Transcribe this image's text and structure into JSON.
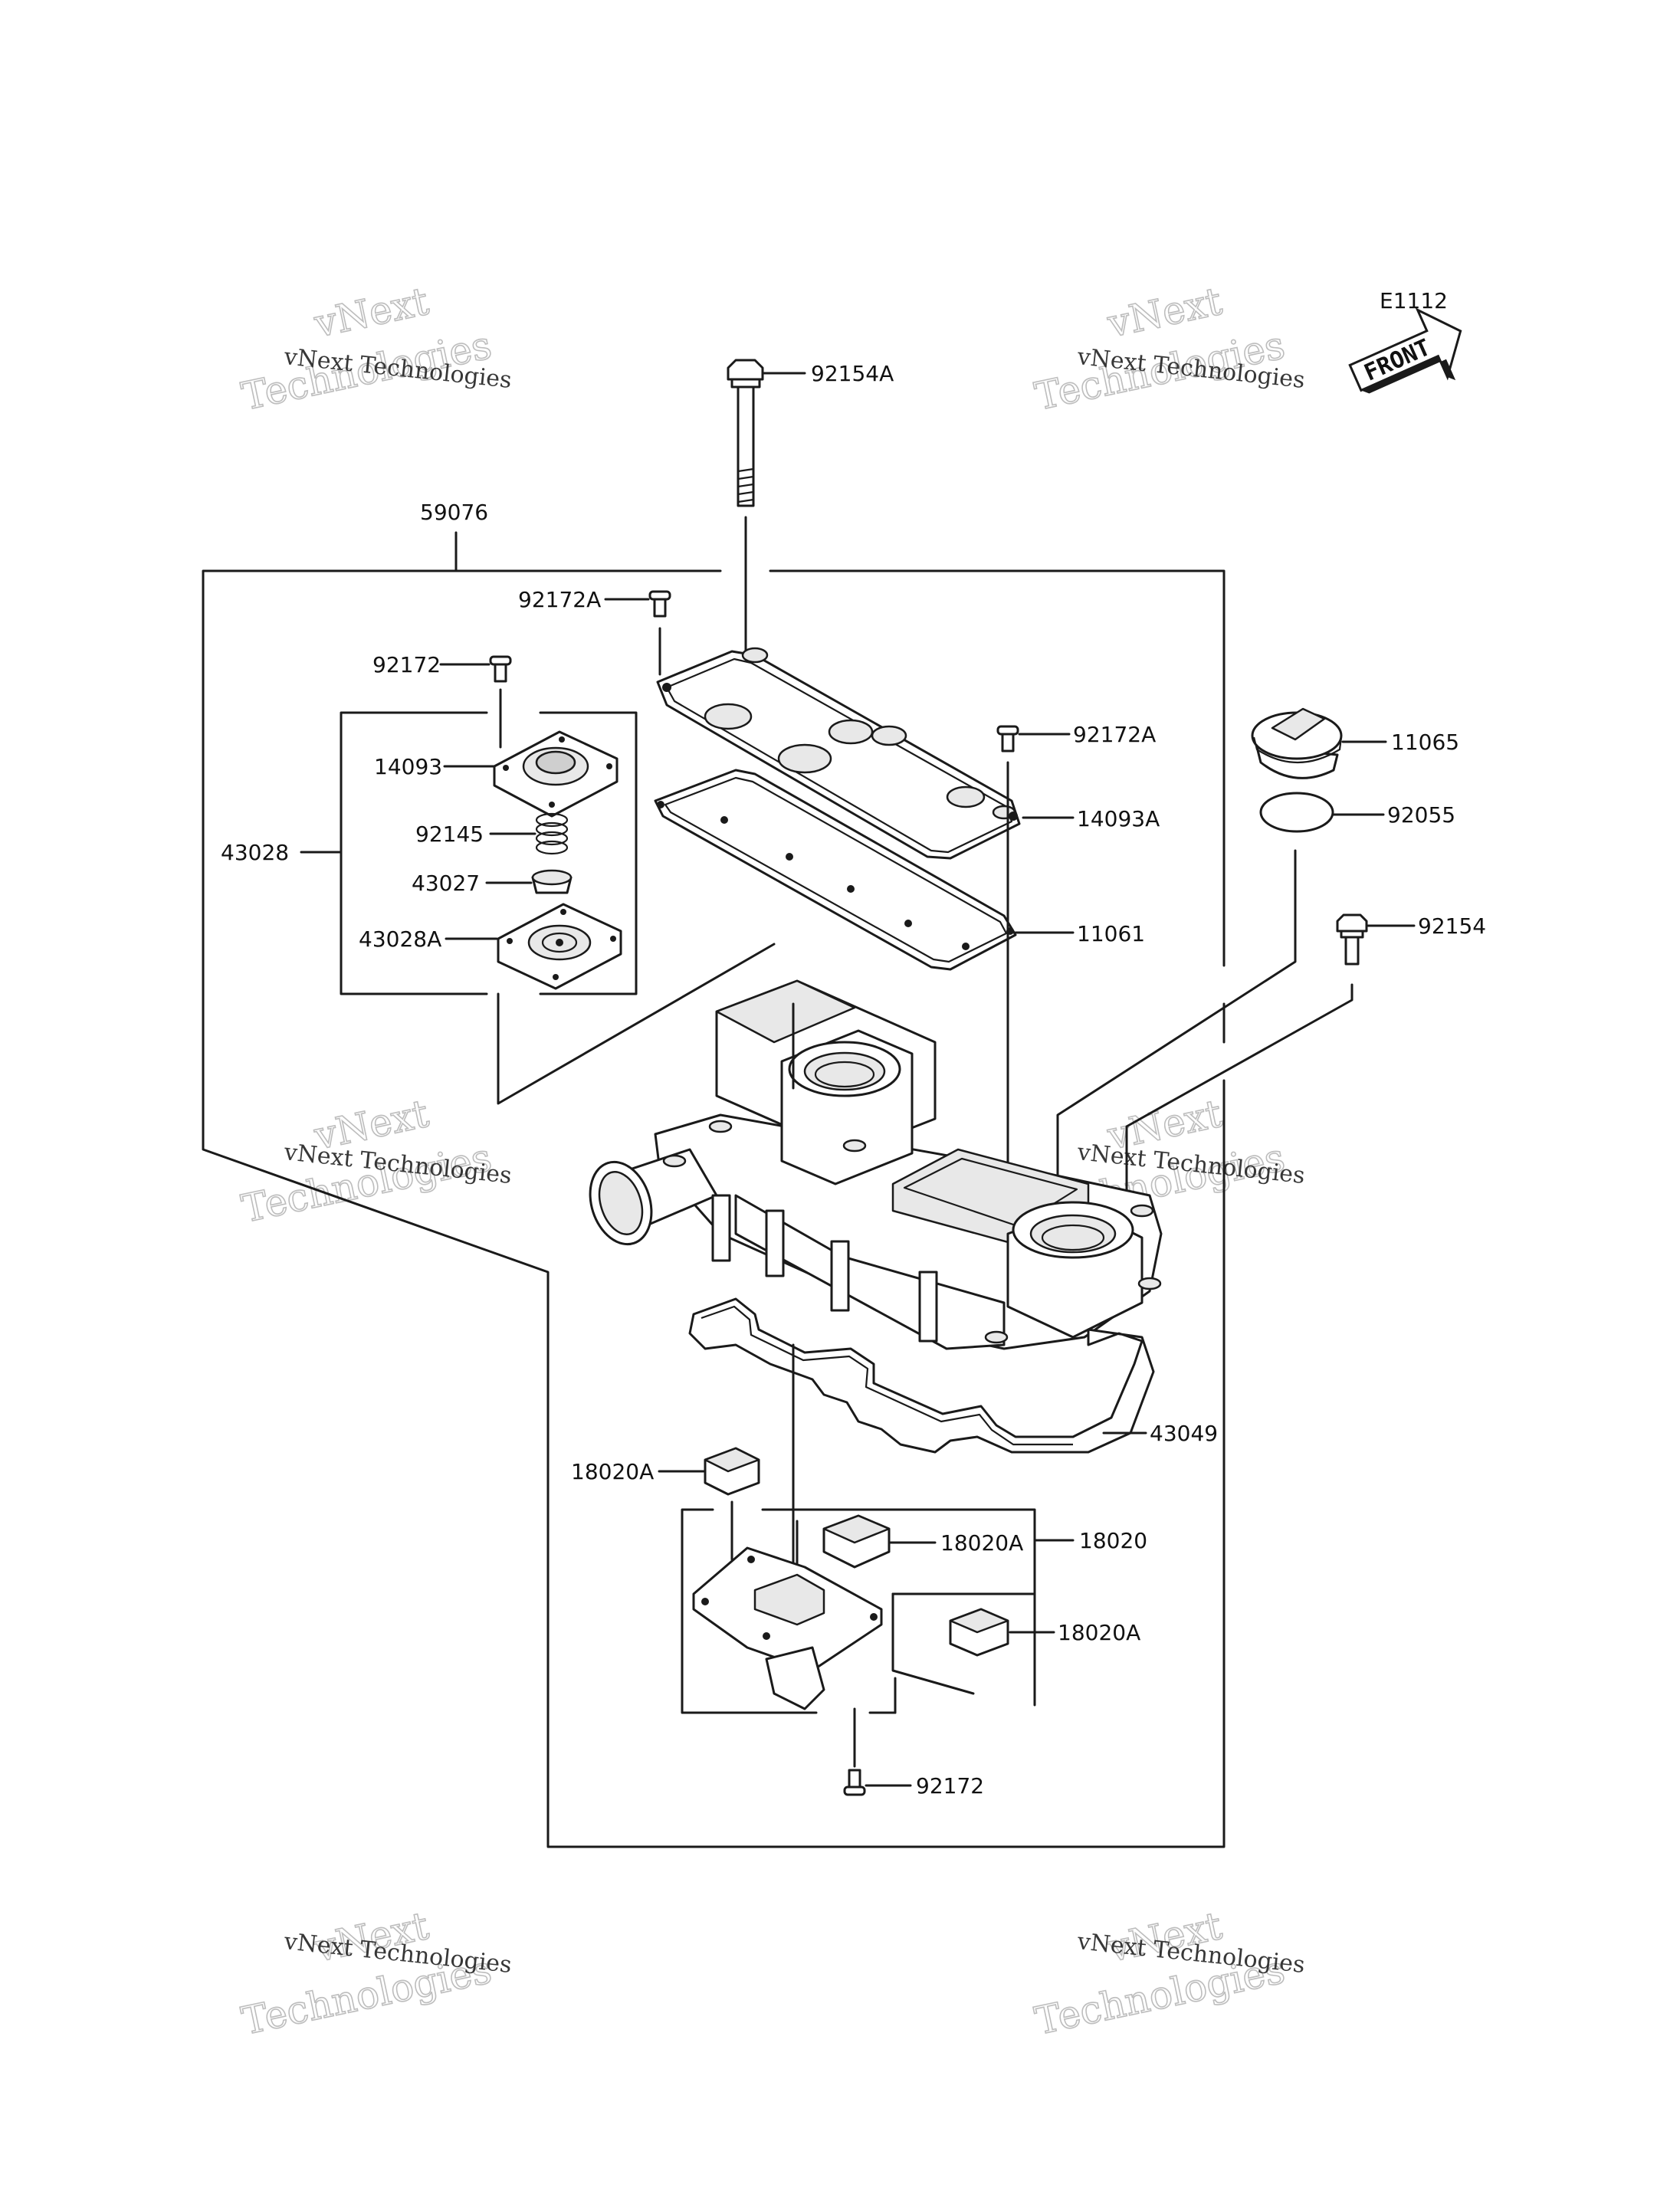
{
  "diagram_code": "E1112",
  "front_arrow_label": "FRONT",
  "watermark": {
    "line1": "vNext Technologies",
    "outline_a": "vNext",
    "outline_b": "Technologies"
  },
  "labels": {
    "p92154A": "92154A",
    "p59076": "59076",
    "p92172A_top": "92172A",
    "p92172_left": "92172",
    "p14093": "14093",
    "p92145": "92145",
    "p43028": "43028",
    "p43027": "43027",
    "p43028A": "43028A",
    "p92172A_right": "92172A",
    "p14093A": "14093A",
    "p11061": "11061",
    "p11065": "11065",
    "p92055": "92055",
    "p92154": "92154",
    "p43049": "43049",
    "p18020A_left": "18020A",
    "p18020A_mid": "18020A",
    "p18020": "18020",
    "p18020A_right": "18020A",
    "p92172_bottom": "92172"
  }
}
